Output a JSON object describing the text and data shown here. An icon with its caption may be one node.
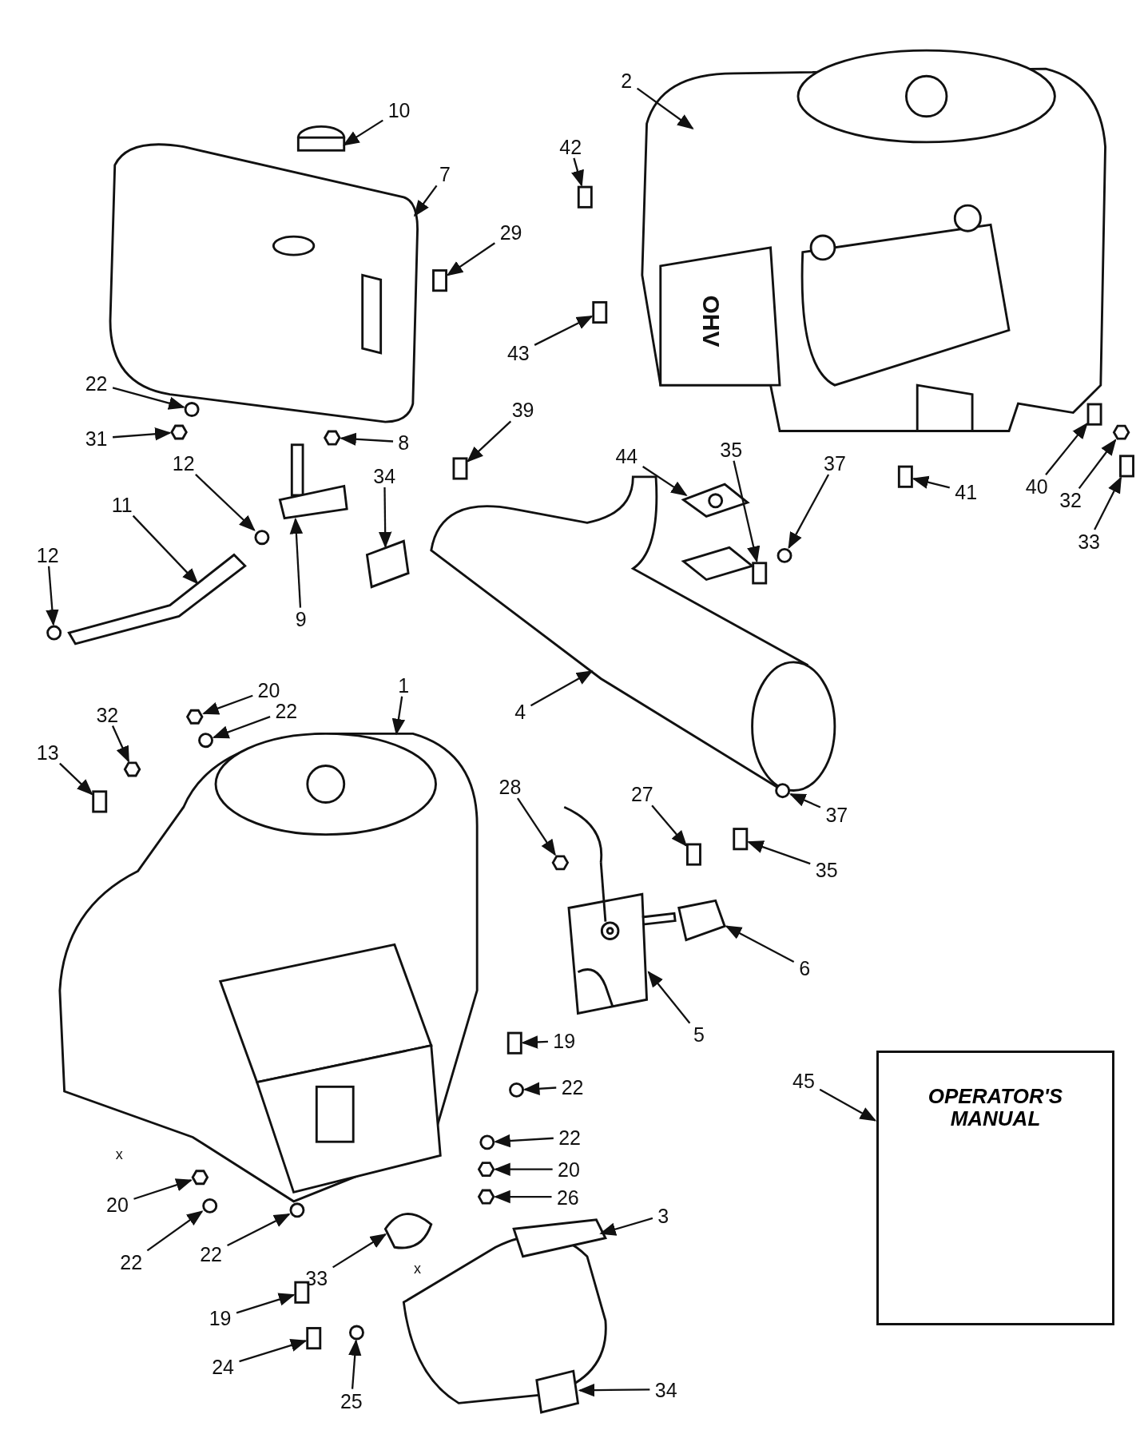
{
  "diagram": {
    "nodes": [
      {
        "text": [
          "2"
        ]
      },
      {
        "text": [
          "10"
        ]
      },
      {
        "text": [
          "42"
        ]
      },
      {
        "text": [
          "7"
        ]
      },
      {
        "text": [
          "29"
        ]
      },
      {
        "text": [
          "43"
        ]
      },
      {
        "text": [
          "22"
        ]
      },
      {
        "text": [
          "8"
        ]
      },
      {
        "text": [
          "39"
        ]
      },
      {
        "text": [
          "31"
        ]
      },
      {
        "text": [
          "35"
        ]
      },
      {
        "text": [
          "44"
        ]
      },
      {
        "text": [
          "12"
        ]
      },
      {
        "text": [
          "34"
        ]
      },
      {
        "text": [
          "37"
        ]
      },
      {
        "text": [
          "40"
        ]
      },
      {
        "text": [
          "41"
        ]
      },
      {
        "text": [
          "32"
        ]
      },
      {
        "text": [
          "11"
        ]
      },
      {
        "text": [
          "33"
        ]
      },
      {
        "text": [
          "12"
        ]
      },
      {
        "text": [
          "9"
        ]
      },
      {
        "text": [
          "1"
        ]
      },
      {
        "text": [
          "20"
        ]
      },
      {
        "text": [
          "22"
        ]
      },
      {
        "text": [
          "4"
        ]
      },
      {
        "text": [
          "32"
        ]
      },
      {
        "text": [
          "13"
        ]
      },
      {
        "text": [
          "28"
        ]
      },
      {
        "text": [
          "27"
        ]
      },
      {
        "text": [
          "37"
        ]
      },
      {
        "text": [
          "35"
        ]
      },
      {
        "text": [
          "6"
        ]
      },
      {
        "text": [
          "5"
        ]
      },
      {
        "text": [
          "19"
        ]
      },
      {
        "text": [
          "45"
        ]
      },
      {
        "text": [
          "22"
        ]
      },
      {
        "text": [
          "22"
        ]
      },
      {
        "text": [
          "20"
        ]
      },
      {
        "text": [
          "26"
        ]
      },
      {
        "text": [
          "20"
        ]
      },
      {
        "text": [
          "3"
        ]
      },
      {
        "text": [
          "22"
        ]
      },
      {
        "text": [
          "22"
        ]
      },
      {
        "text": [
          "33"
        ]
      },
      {
        "text": [
          "19"
        ]
      },
      {
        "text": [
          "24"
        ]
      },
      {
        "text": [
          "25"
        ]
      },
      {
        "text": [
          "34"
        ]
      },
      {
        "text": [
          "OPERATOR'S MANUAL"
        ]
      },
      {
        "text": [],
        "shape": "picture"
      },
      {
        "text": [],
        "shape": "picture"
      },
      {
        "text": [],
        "shape": "box"
      },
      {
        "text": [],
        "shape": "picture"
      },
      {
        "text": [],
        "shape": "box"
      },
      {
        "text": [],
        "shape": "box"
      },
      {
        "text": [],
        "shape": "circle"
      },
      {
        "text": [],
        "shape": "hexagon"
      },
      {
        "text": [],
        "shape": "box"
      },
      {
        "text": [],
        "shape": "hexagon"
      },
      {
        "text": [],
        "shape": "box"
      },
      {
        "text": [],
        "shape": "picture"
      },
      {
        "text": [],
        "shape": "circle"
      },
      {
        "text": [],
        "shape": "picture"
      },
      {
        "text": [],
        "shape": "circle"
      },
      {
        "text": [],
        "shape": "box"
      },
      {
        "text": [],
        "shape": "box"
      },
      {
        "text": [],
        "shape": "hexagon"
      },
      {
        "text": [],
        "shape": "picture"
      },
      {
        "text": [],
        "shape": "box"
      },
      {
        "text": [],
        "shape": "circle"
      },
      {
        "text": [],
        "shape": "picture"
      },
      {
        "text": [],
        "shape": "picture"
      },
      {
        "text": [],
        "shape": "hexagon"
      },
      {
        "text": [],
        "shape": "circle"
      },
      {
        "text": [],
        "shape": "picture"
      },
      {
        "text": [],
        "shape": "hexagon"
      },
      {
        "text": [],
        "shape": "box"
      },
      {
        "text": [],
        "shape": "hexagon"
      },
      {
        "text": [],
        "shape": "box"
      },
      {
        "text": [],
        "shape": "circle"
      },
      {
        "text": [],
        "shape": "box"
      },
      {
        "text": [],
        "shape": "picture"
      },
      {
        "text": [],
        "shape": "picture"
      },
      {
        "text": [],
        "shape": "box"
      },
      {
        "text": [],
        "shape": "circle"
      },
      {
        "text": [],
        "shape": "circle"
      },
      {
        "text": [],
        "shape": "hexagon"
      },
      {
        "text": [],
        "shape": "hexagon"
      },
      {
        "text": [],
        "shape": "hexagon"
      },
      {
        "text": [],
        "shape": "picture"
      },
      {
        "text": [],
        "shape": "circle"
      },
      {
        "text": [],
        "shape": "circle"
      },
      {
        "text": [],
        "shape": "picture"
      },
      {
        "text": [],
        "shape": "box"
      },
      {
        "text": [],
        "shape": "box"
      },
      {
        "text": [],
        "shape": "circle"
      },
      {
        "text": [],
        "shape": "picture"
      }
    ],
    "edges": [
      {
        "from": 0,
        "to": 50,
        "arrow": "to"
      },
      {
        "from": 1,
        "to": 51,
        "arrow": "to"
      },
      {
        "from": 2,
        "to": 52,
        "arrow": "to"
      },
      {
        "from": 3,
        "to": 53,
        "arrow": "to"
      },
      {
        "from": 4,
        "to": 54,
        "arrow": "to"
      },
      {
        "from": 5,
        "to": 55,
        "arrow": "to"
      },
      {
        "from": 6,
        "to": 56,
        "arrow": "to"
      },
      {
        "from": 7,
        "to": 57,
        "arrow": "to"
      },
      {
        "from": 8,
        "to": 58,
        "arrow": "to"
      },
      {
        "from": 9,
        "to": 59,
        "arrow": "to"
      },
      {
        "from": 10,
        "to": 60,
        "arrow": "to"
      },
      {
        "from": 11,
        "to": 61,
        "arrow": "to"
      },
      {
        "from": 12,
        "to": 62,
        "arrow": "to"
      },
      {
        "from": 13,
        "to": 63,
        "arrow": "to"
      },
      {
        "from": 14,
        "to": 64,
        "arrow": "to"
      },
      {
        "from": 15,
        "to": 65,
        "arrow": "to"
      },
      {
        "from": 16,
        "to": 66,
        "arrow": "to"
      },
      {
        "from": 17,
        "to": 67,
        "arrow": "to"
      },
      {
        "from": 18,
        "to": 68,
        "arrow": "to"
      },
      {
        "from": 19,
        "to": 69,
        "arrow": "to"
      },
      {
        "from": 20,
        "to": 70,
        "arrow": "to"
      },
      {
        "from": 21,
        "to": 71,
        "arrow": "to"
      },
      {
        "from": 22,
        "to": 72,
        "arrow": "to"
      },
      {
        "from": 23,
        "to": 73,
        "arrow": "to"
      },
      {
        "from": 24,
        "to": 74,
        "arrow": "to"
      },
      {
        "from": 25,
        "to": 75,
        "arrow": "to"
      },
      {
        "from": 26,
        "to": 76,
        "arrow": "to"
      },
      {
        "from": 27,
        "to": 77,
        "arrow": "to"
      },
      {
        "from": 28,
        "to": 78,
        "arrow": "to"
      },
      {
        "from": 29,
        "to": 79,
        "arrow": "to"
      },
      {
        "from": 30,
        "to": 80,
        "arrow": "to"
      },
      {
        "from": 31,
        "to": 81,
        "arrow": "to"
      },
      {
        "from": 32,
        "to": 82,
        "arrow": "to"
      },
      {
        "from": 33,
        "to": 83,
        "arrow": "to"
      },
      {
        "from": 34,
        "to": 84,
        "arrow": "to"
      },
      {
        "from": 35,
        "to": 49,
        "arrow": "to"
      },
      {
        "from": 36,
        "to": 85,
        "arrow": "to"
      },
      {
        "from": 37,
        "to": 86,
        "arrow": "to"
      },
      {
        "from": 38,
        "to": 87,
        "arrow": "to"
      },
      {
        "from": 39,
        "to": 88,
        "arrow": "to"
      },
      {
        "from": 40,
        "to": 89,
        "arrow": "to"
      },
      {
        "from": 41,
        "to": 90,
        "arrow": "to"
      },
      {
        "from": 42,
        "to": 91,
        "arrow": "to"
      },
      {
        "from": 43,
        "to": 92,
        "arrow": "to"
      },
      {
        "from": 44,
        "to": 93,
        "arrow": "to"
      },
      {
        "from": 45,
        "to": 94,
        "arrow": "to"
      },
      {
        "from": 46,
        "to": 95,
        "arrow": "to"
      },
      {
        "from": 47,
        "to": 96,
        "arrow": "to"
      },
      {
        "from": 48,
        "to": 97,
        "arrow": "to"
      }
    ],
    "labels": [
      "OHV",
      "x",
      "x"
    ]
  }
}
